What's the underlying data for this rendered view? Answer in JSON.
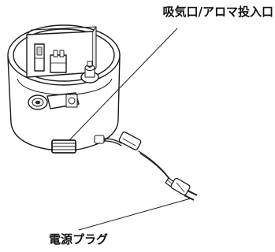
{
  "callouts": {
    "intake_label": "吸気口/アロマ投入口",
    "power_plug_label": "電源プラグ"
  },
  "colors": {
    "line": "#1a1a1a",
    "fill": "#ffffff",
    "shade": "#c8c8c8",
    "dark": "#333333"
  },
  "icons": {
    "device": "humidifier-base-illustration",
    "cord": "power-cord-illustration",
    "plug": "power-plug-illustration"
  }
}
